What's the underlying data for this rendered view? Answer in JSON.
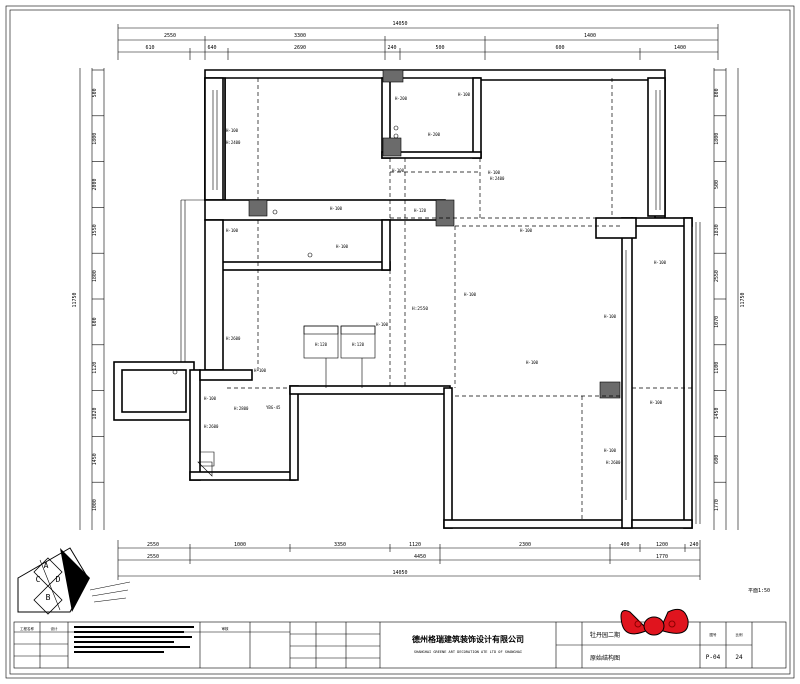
{
  "dimensions": {
    "top_total": "14050",
    "top_row1": [
      "2550",
      "3300",
      "1400"
    ],
    "top_row2": [
      "610",
      "640",
      "2690",
      "240",
      "500",
      "600",
      "1400"
    ],
    "bottom_row1": [
      "2550",
      "1000",
      "3350",
      "1120",
      "2300",
      "400",
      "1200",
      "240"
    ],
    "bottom_row2": [
      "2550",
      "4450",
      "1770"
    ],
    "bottom_total": "14050",
    "left_total": "11750",
    "right_total": "11750",
    "left_ticks": [
      "500",
      "1800",
      "2000",
      "1550",
      "1800",
      "600",
      "1120",
      "1820",
      "1450",
      "1000"
    ],
    "right_ticks": [
      "800",
      "1800",
      "500",
      "1830",
      "2550",
      "1070",
      "1100",
      "1450",
      "600",
      "1770"
    ]
  },
  "labels": {
    "rooms": [
      "H-100",
      "H-200",
      "H-100",
      "H-200",
      "H-100",
      "H-100",
      "H-100",
      "H-120",
      "H-100",
      "H-100",
      "H-100",
      "H-100",
      "H-100",
      "H-100",
      "H-100",
      "H-100",
      "H-100",
      "H-100",
      "H-100"
    ],
    "notes": [
      "H:2400",
      "H:2600",
      "H:2600",
      "H:2800",
      "H:2400",
      "YBG-45",
      "H:2600"
    ],
    "center_label": "H:2550",
    "sub_label": "H-100",
    "box_labels": [
      "H:120",
      "H:120"
    ]
  },
  "title_block": {
    "company_cn": "德州格瑞建筑装饰设计有限公司",
    "company_en": "SHANGHAI GREENE ART DECORATION  ATE LTD OF SHANGHAI",
    "project_name": "牡丹园二期",
    "drawing_name": "原始结构图",
    "drawing_no": "P-04",
    "sheet_no": "24",
    "scale_note": "平面1:50",
    "left_fields": [
      "工程名称",
      "设计",
      "审核"
    ],
    "mid_fields": [
      "图号",
      "比例"
    ]
  },
  "logo": {
    "letters": [
      "A",
      "C",
      "D",
      "B"
    ]
  },
  "colors": {
    "line": "#000000",
    "column_fill": "#6b6b6b",
    "bow_red": "#e0141e",
    "bow_dark": "#8b0000"
  }
}
